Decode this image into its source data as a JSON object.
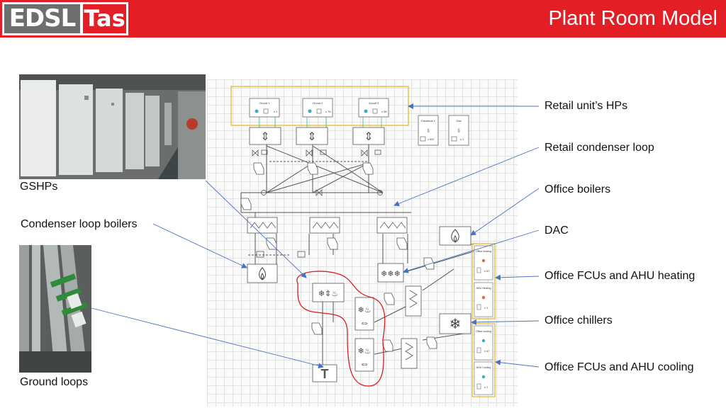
{
  "header": {
    "title": "Plant Room Model",
    "logo_left": "EDSL",
    "logo_right": "Tas"
  },
  "labels": {
    "gshps": "GSHPs",
    "condenser_loop_boilers": "Condenser loop boilers",
    "ground_loops": "Ground loops",
    "retail_unit_hps": "Retail unit’s HPs",
    "retail_condenser_loop": "Retail condenser loop",
    "office_boilers": "Office boilers",
    "dac": "DAC",
    "office_fcus_ahu_heating": "Office FCUs and AHU heating",
    "office_chillers": "Office chillers",
    "office_fcus_ahu_cooling": "Office FCUs and AHU cooling"
  },
  "diagram": {
    "circuits": [
      {
        "name": "Circuit 1",
        "multiplier": "x 2"
      },
      {
        "name": "Circuit 2",
        "multiplier": "x 76"
      },
      {
        "name": "Circuit 3",
        "multiplier": "x 55"
      }
    ],
    "meters": [
      {
        "name": "Electrical 1",
        "multiplier": "x 657"
      },
      {
        "name": "Gas",
        "multiplier": "x 1"
      }
    ],
    "heating_units": [
      {
        "name": "Office heating",
        "multiplier": "x 67"
      },
      {
        "name": "AHU Heating",
        "multiplier": "x 3"
      }
    ],
    "cooling_units": [
      {
        "name": "Office cooling",
        "multiplier": "x 67"
      },
      {
        "name": "AHU Cooling",
        "multiplier": "x 2"
      }
    ]
  },
  "colors": {
    "header_red": "#e31e24",
    "logo_grey": "#6d6e70",
    "circuit_highlight": "#e8c547",
    "gshp_outline": "#d62020",
    "callout_line": "#4a72c4"
  }
}
